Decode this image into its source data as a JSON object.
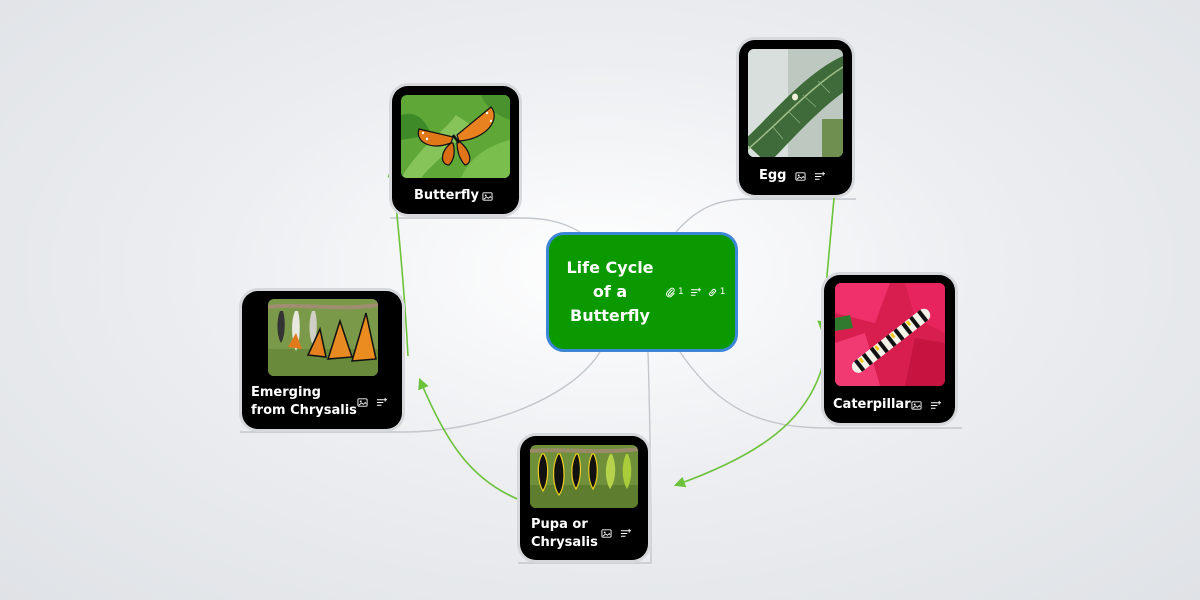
{
  "map": {
    "central": {
      "title": "Life Cycle of a Butterfly",
      "attachment_count": "1",
      "link_count": "1"
    },
    "topics": [
      {
        "id": "egg",
        "label": "Egg",
        "icons": [
          "image-icon",
          "notes-icon"
        ]
      },
      {
        "id": "caterpillar",
        "label": "Caterpillar",
        "icons": [
          "image-icon",
          "notes-icon"
        ]
      },
      {
        "id": "pupa",
        "label": "Pupa or Chrysalis",
        "icons": [
          "image-icon",
          "notes-icon"
        ]
      },
      {
        "id": "emerging",
        "label": "Emerging from Chrysalis",
        "icons": [
          "image-icon",
          "notes-icon"
        ]
      },
      {
        "id": "butterfly",
        "label": "Butterfly",
        "icons": [
          "image-icon"
        ]
      }
    ]
  },
  "colors": {
    "central_fill": "#0a9a00",
    "central_border": "#3b86d6",
    "card": "#000000",
    "flow_arrow": "#6cc23a",
    "connector": "#c3c7cc"
  }
}
